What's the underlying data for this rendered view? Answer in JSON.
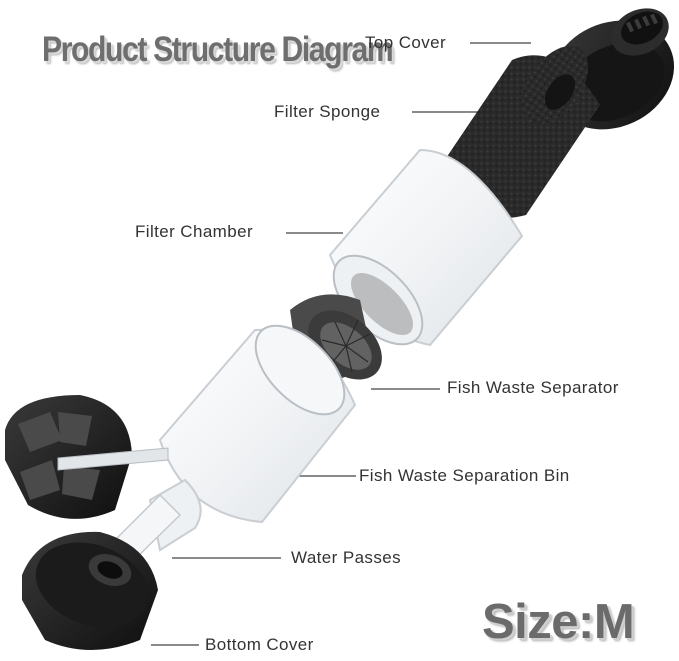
{
  "title": "Product Structure Diagram",
  "size_label": "Size:M",
  "parts": [
    {
      "id": "top-cover",
      "label": "Top Cover"
    },
    {
      "id": "filter-sponge",
      "label": "Filter Sponge"
    },
    {
      "id": "filter-chamber",
      "label": "Filter Chamber"
    },
    {
      "id": "fish-waste-separator",
      "label": "Fish Waste Separator"
    },
    {
      "id": "fish-waste-separation-bin",
      "label": "Fish Waste Separation Bin"
    },
    {
      "id": "water-passes",
      "label": "Water Passes"
    },
    {
      "id": "bottom-cover",
      "label": "Bottom Cover"
    }
  ],
  "colors": {
    "plastic_dark": "#1f1f1f",
    "sponge": "#2b2b2b",
    "glass_edge": "#c9ced3",
    "accent_red": "#d8261c",
    "leader_line": "#444444"
  }
}
